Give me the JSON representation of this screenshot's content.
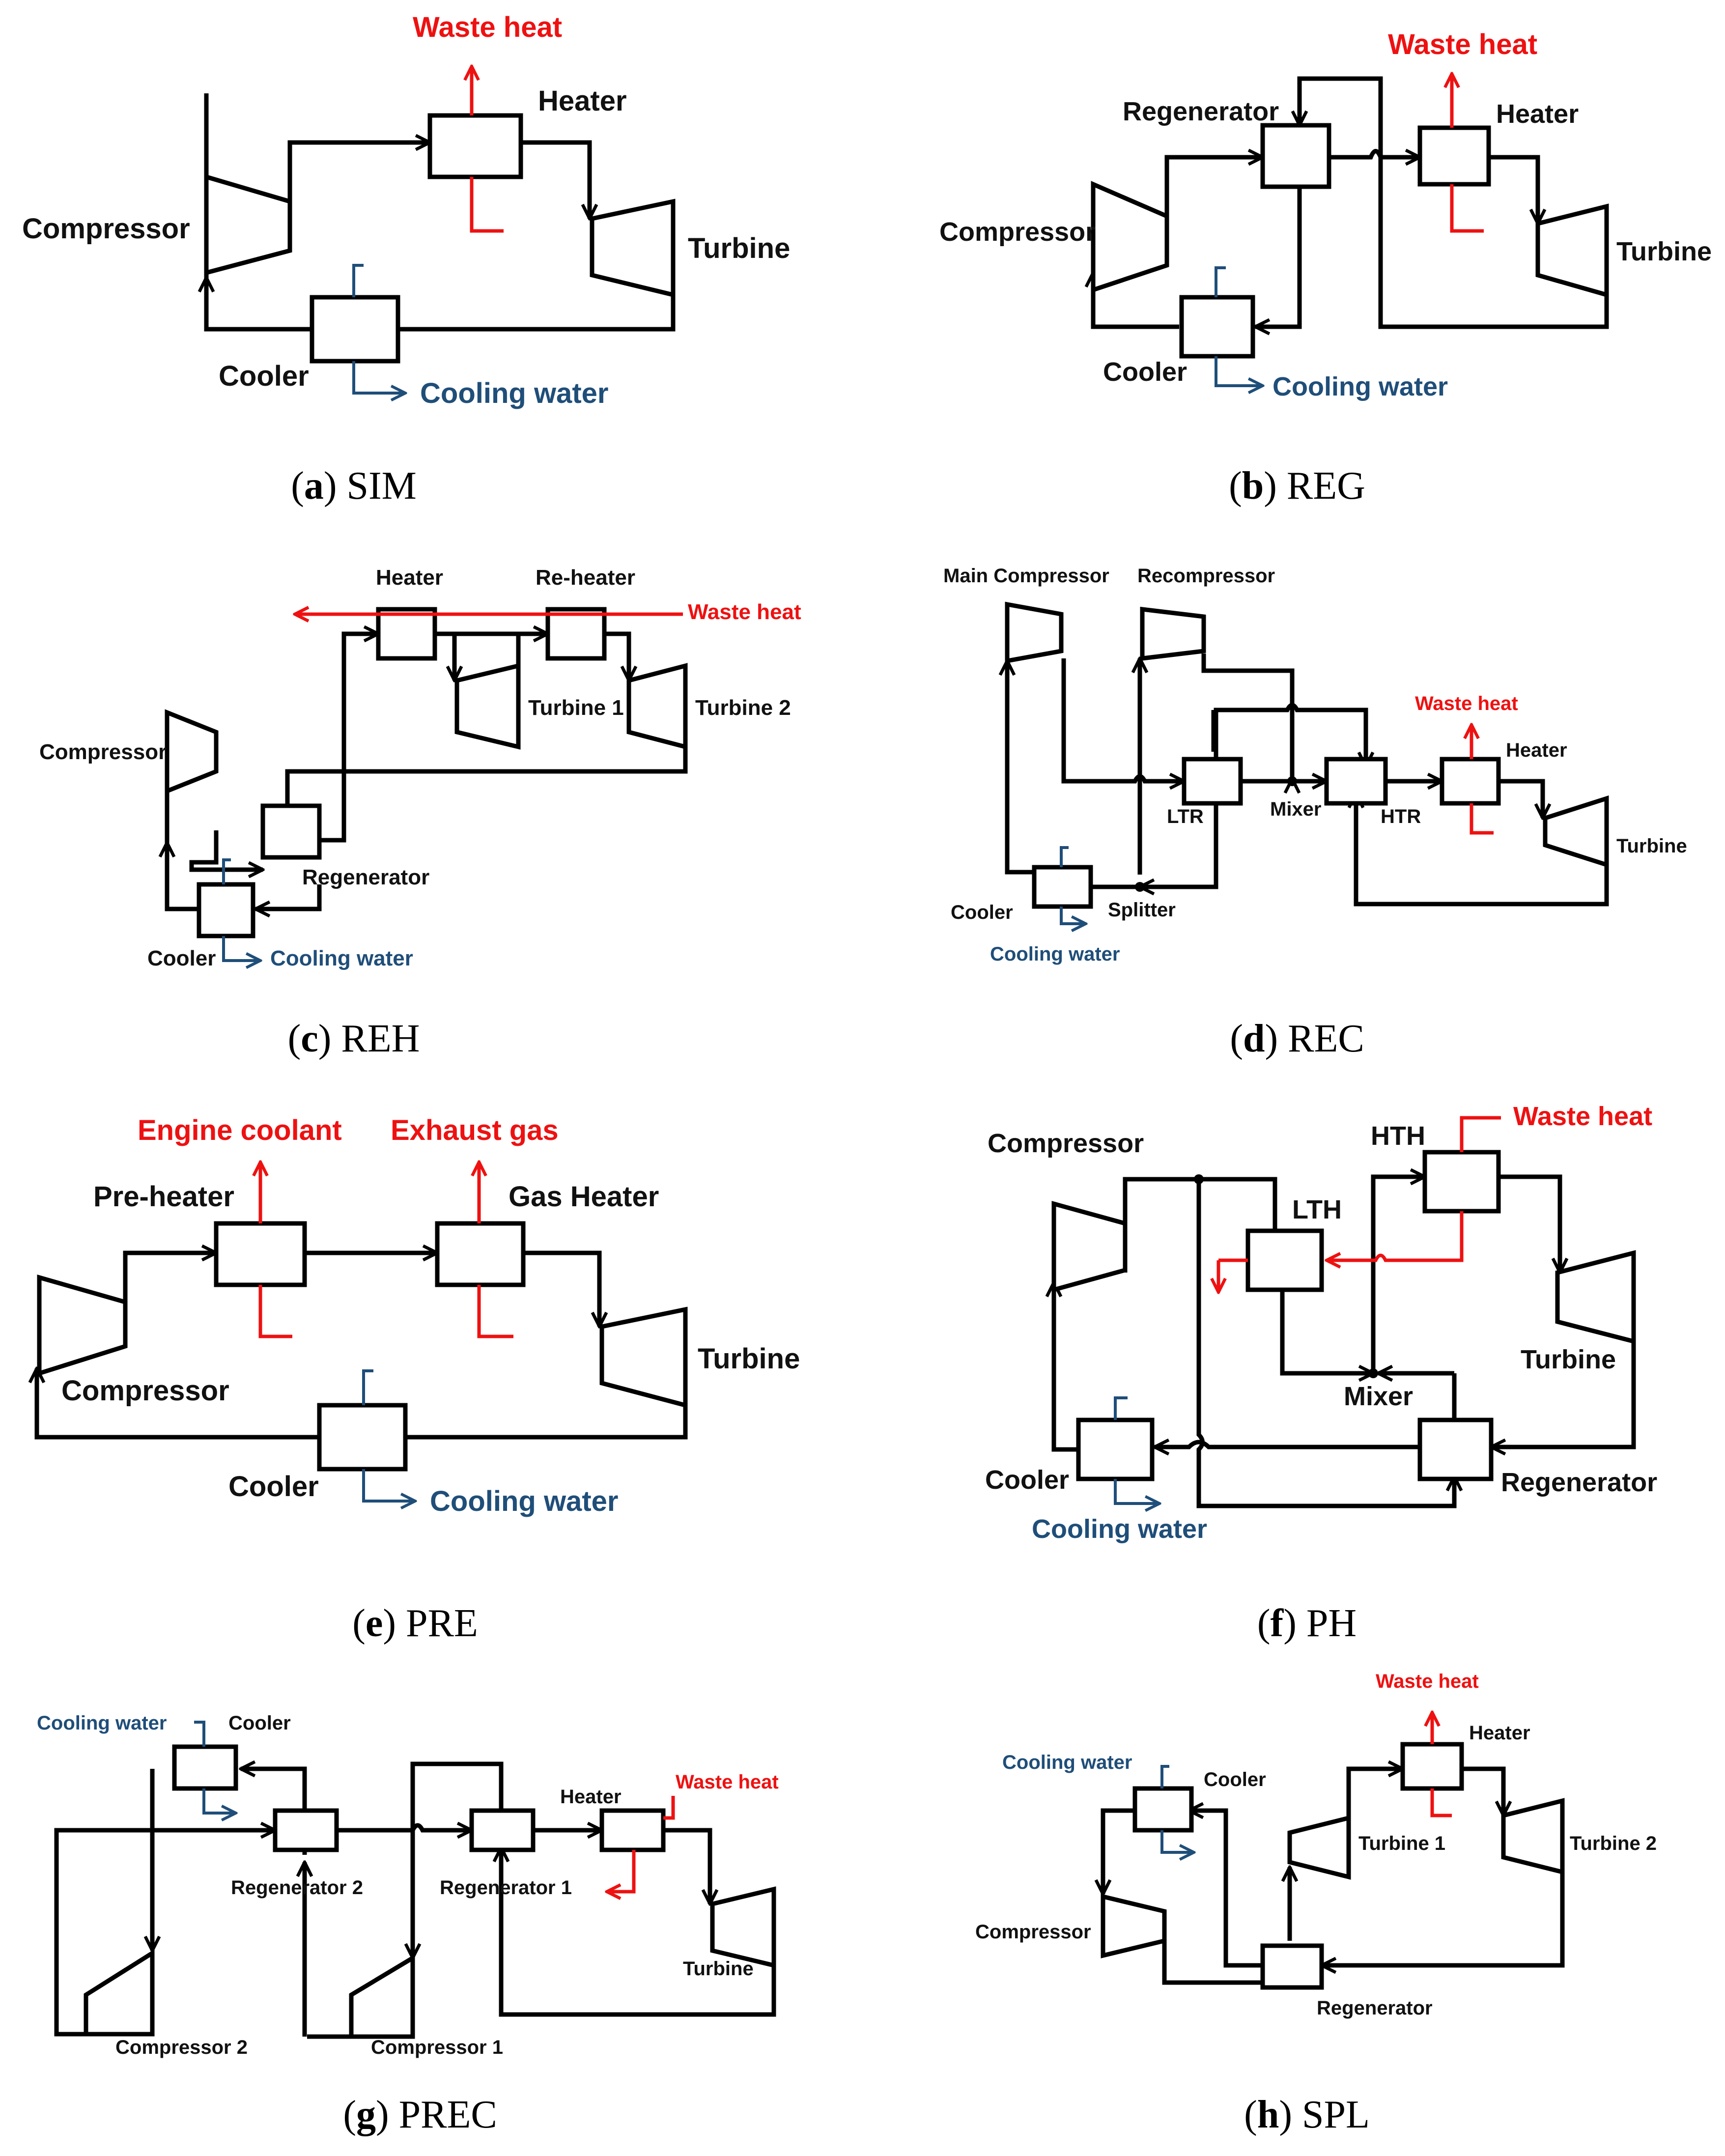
{
  "colors": {
    "line": "#000000",
    "waste_heat": "#ee1111",
    "cooling": "#1f4e79"
  },
  "panels": {
    "a": {
      "caption_letter": "a",
      "caption_name": "SIM",
      "compressor": "Compressor",
      "heater": "Heater",
      "turbine": "Turbine",
      "cooler": "Cooler",
      "waste_heat": "Waste heat",
      "cooling_water": "Cooling water"
    },
    "b": {
      "caption_letter": "b",
      "caption_name": "REG",
      "regenerator": "Regenerator",
      "heater": "Heater",
      "compressor": "Compressor",
      "turbine": "Turbine",
      "cooler": "Cooler",
      "waste_heat": "Waste heat",
      "cooling_water": "Cooling water"
    },
    "c": {
      "caption_letter": "c",
      "caption_name": "REH",
      "heater": "Heater",
      "reheater": "Re-heater",
      "waste_heat": "Waste heat",
      "turbine1": "Turbine 1",
      "turbine2": "Turbine 2",
      "compressor": "Compressor",
      "regenerator": "Regenerator",
      "cooler": "Cooler",
      "cooling_water": "Cooling water"
    },
    "d": {
      "caption_letter": "d",
      "caption_name": "REC",
      "main_compressor": "Main Compressor",
      "recompressor": "Recompressor",
      "waste_heat": "Waste heat",
      "heater": "Heater",
      "ltr": "LTR",
      "mixer": "Mixer",
      "htr": "HTR",
      "turbine": "Turbine",
      "cooler": "Cooler",
      "splitter": "Splitter",
      "cooling_water": "Cooling water"
    },
    "e": {
      "caption_letter": "e",
      "caption_name": "PRE",
      "engine_coolant": "Engine coolant",
      "exhaust_gas": "Exhaust gas",
      "preheater": "Pre-heater",
      "gas_heater": "Gas Heater",
      "turbine": "Turbine",
      "compressor": "Compressor",
      "cooler": "Cooler",
      "cooling_water": "Cooling water"
    },
    "f": {
      "caption_letter": "f",
      "caption_name": "PH",
      "compressor": "Compressor",
      "hth": "HTH",
      "waste_heat": "Waste heat",
      "lth": "LTH",
      "turbine": "Turbine",
      "mixer": "Mixer",
      "cooler": "Cooler",
      "regenerator": "Regenerator",
      "cooling_water": "Cooling water"
    },
    "g": {
      "caption_letter": "g",
      "caption_name": "PREC",
      "cooling_water": "Cooling water",
      "cooler": "Cooler",
      "heater": "Heater",
      "waste_heat": "Waste heat",
      "regenerator2": "Regenerator 2",
      "regenerator1": "Regenerator 1",
      "turbine": "Turbine",
      "compressor2": "Compressor 2",
      "compressor1": "Compressor 1"
    },
    "h": {
      "caption_letter": "h",
      "caption_name": "SPL",
      "waste_heat": "Waste heat",
      "heater": "Heater",
      "cooling_water": "Cooling water",
      "cooler": "Cooler",
      "turbine1": "Turbine 1",
      "turbine2": "Turbine 2",
      "compressor": "Compressor",
      "regenerator": "Regenerator"
    }
  }
}
